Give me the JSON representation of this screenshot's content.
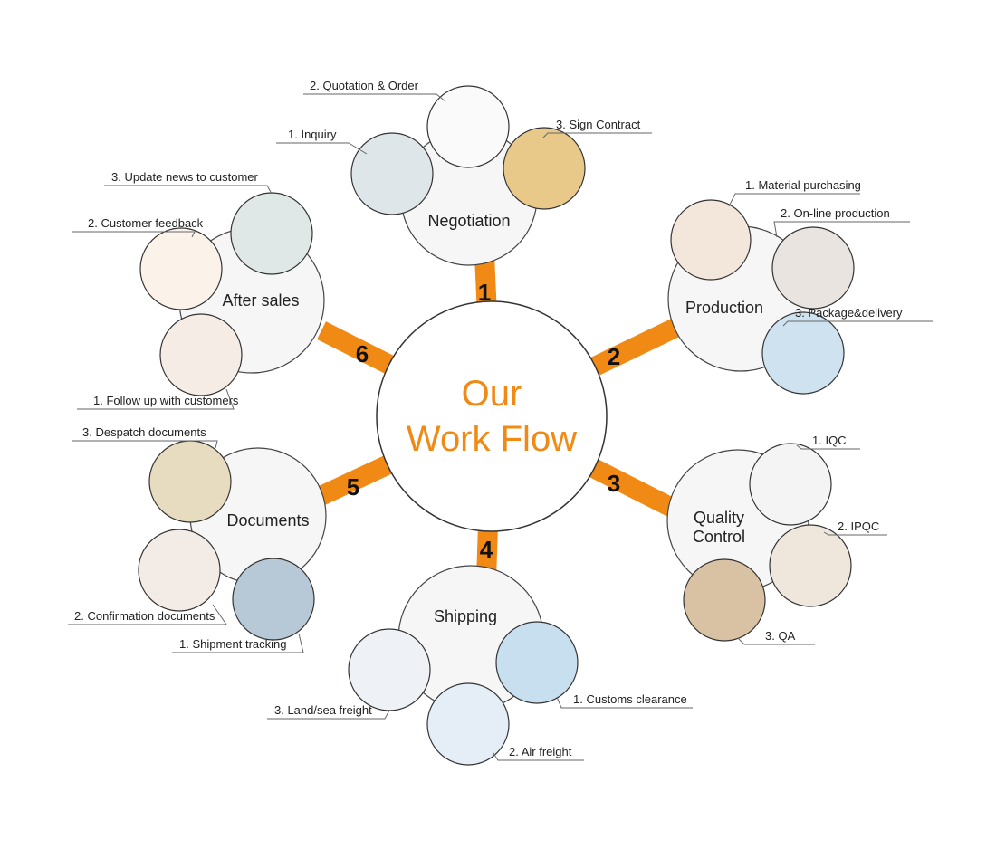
{
  "title": {
    "line1": "Our",
    "line2": "Work Flow"
  },
  "colors": {
    "accent": "#f08a14",
    "outline": "#444444"
  },
  "stages": [
    {
      "number": "1",
      "label": "Negotiation",
      "items": [
        "1. Inquiry",
        "2. Quotation & Order",
        "3. Sign Contract"
      ]
    },
    {
      "number": "2",
      "label": "Production",
      "items": [
        "1. Material purchasing",
        "2. On-line production",
        "3. Package&delivery"
      ]
    },
    {
      "number": "3",
      "label_line1": "Quality",
      "label_line2": "Control",
      "items": [
        "1. IQC",
        "2. IPQC",
        "3. QA"
      ]
    },
    {
      "number": "4",
      "label": "Shipping",
      "items": [
        "1. Customs clearance",
        "2. Air freight",
        "3. Land/sea freight"
      ]
    },
    {
      "number": "5",
      "label": "Documents",
      "items": [
        "1. Shipment tracking",
        "2. Confirmation documents",
        "3. Despatch documents"
      ]
    },
    {
      "number": "6",
      "label": "After sales",
      "items": [
        "1. Follow up with customers",
        "2. Customer feedback",
        "3. Update news to customer"
      ]
    }
  ]
}
